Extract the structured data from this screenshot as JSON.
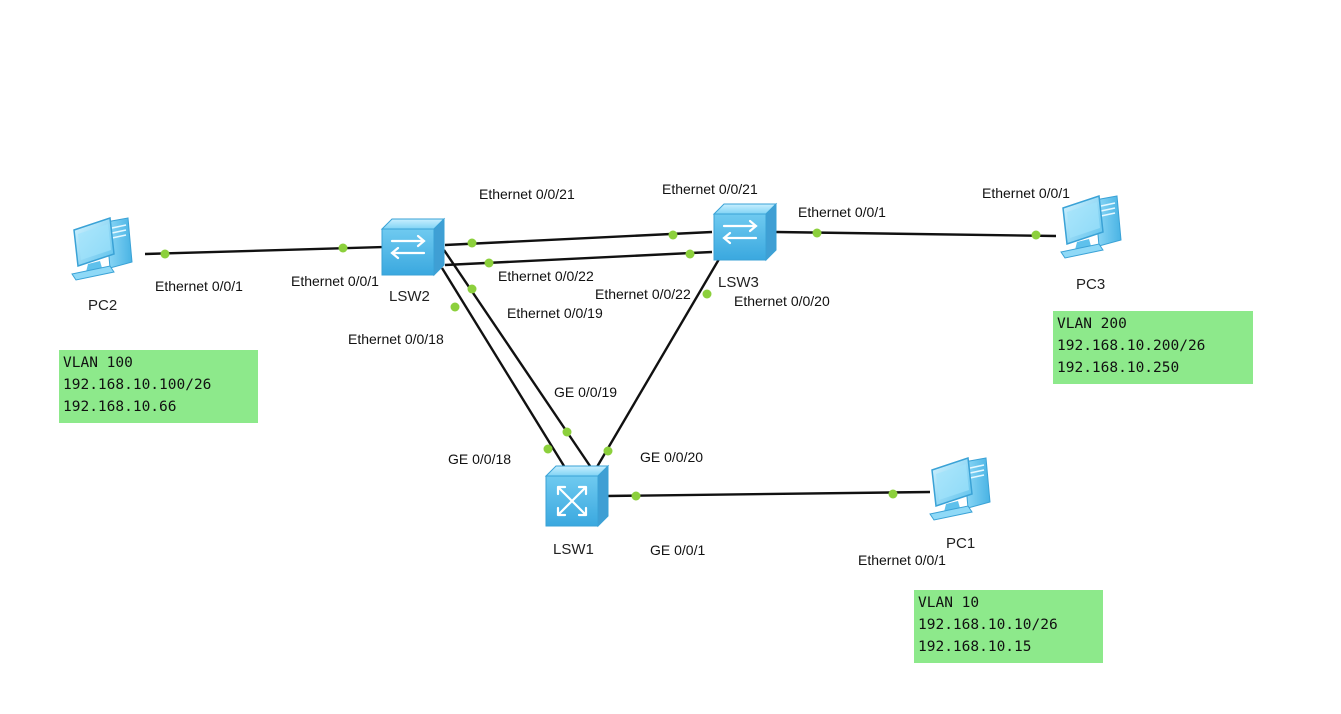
{
  "devices": {
    "pc2": {
      "name": "PC2",
      "icon": "pc-icon"
    },
    "pc3": {
      "name": "PC3",
      "icon": "pc-icon"
    },
    "pc1": {
      "name": "PC1",
      "icon": "pc-icon"
    },
    "lsw2": {
      "name": "LSW2",
      "icon": "switch-icon"
    },
    "lsw3": {
      "name": "LSW3",
      "icon": "switch-icon"
    },
    "lsw1": {
      "name": "LSW1",
      "icon": "core-switch-icon"
    }
  },
  "ports": {
    "pc2_e001": "Ethernet 0/0/1",
    "lsw2_e001": "Ethernet 0/0/1",
    "lsw2_e0021": "Ethernet 0/0/21",
    "lsw3_e0021": "Ethernet 0/0/21",
    "lsw3_e001": "Ethernet 0/0/1",
    "pc3_e001": "Ethernet 0/0/1",
    "lsw2_e0022": "Ethernet 0/0/22",
    "lsw3_e0022": "Ethernet 0/0/22",
    "lsw3_e0020": "Ethernet 0/0/20",
    "lsw2_e0019": "Ethernet 0/0/19",
    "lsw2_e0018": "Ethernet 0/0/18",
    "lsw1_ge0019": "GE 0/0/19",
    "lsw1_ge0018": "GE 0/0/18",
    "lsw1_ge0020": "GE 0/0/20",
    "lsw1_ge001": "GE 0/0/1",
    "pc1_e001": "Ethernet 0/0/1"
  },
  "info_boxes": {
    "pc2": {
      "line1": "VLAN 100",
      "line2": "192.168.10.100/26",
      "line3": "192.168.10.66"
    },
    "pc3": {
      "line1": "VLAN 200",
      "line2": "192.168.10.200/26",
      "line3": "192.168.10.250"
    },
    "pc1": {
      "line1": "VLAN 10",
      "line2": "192.168.10.10/26",
      "line3": "192.168.10.15"
    }
  },
  "colors": {
    "link": "#111111",
    "port_dot": "#8cd03c",
    "info_bg": "#8de98b",
    "device_blue": "#56bde9"
  }
}
